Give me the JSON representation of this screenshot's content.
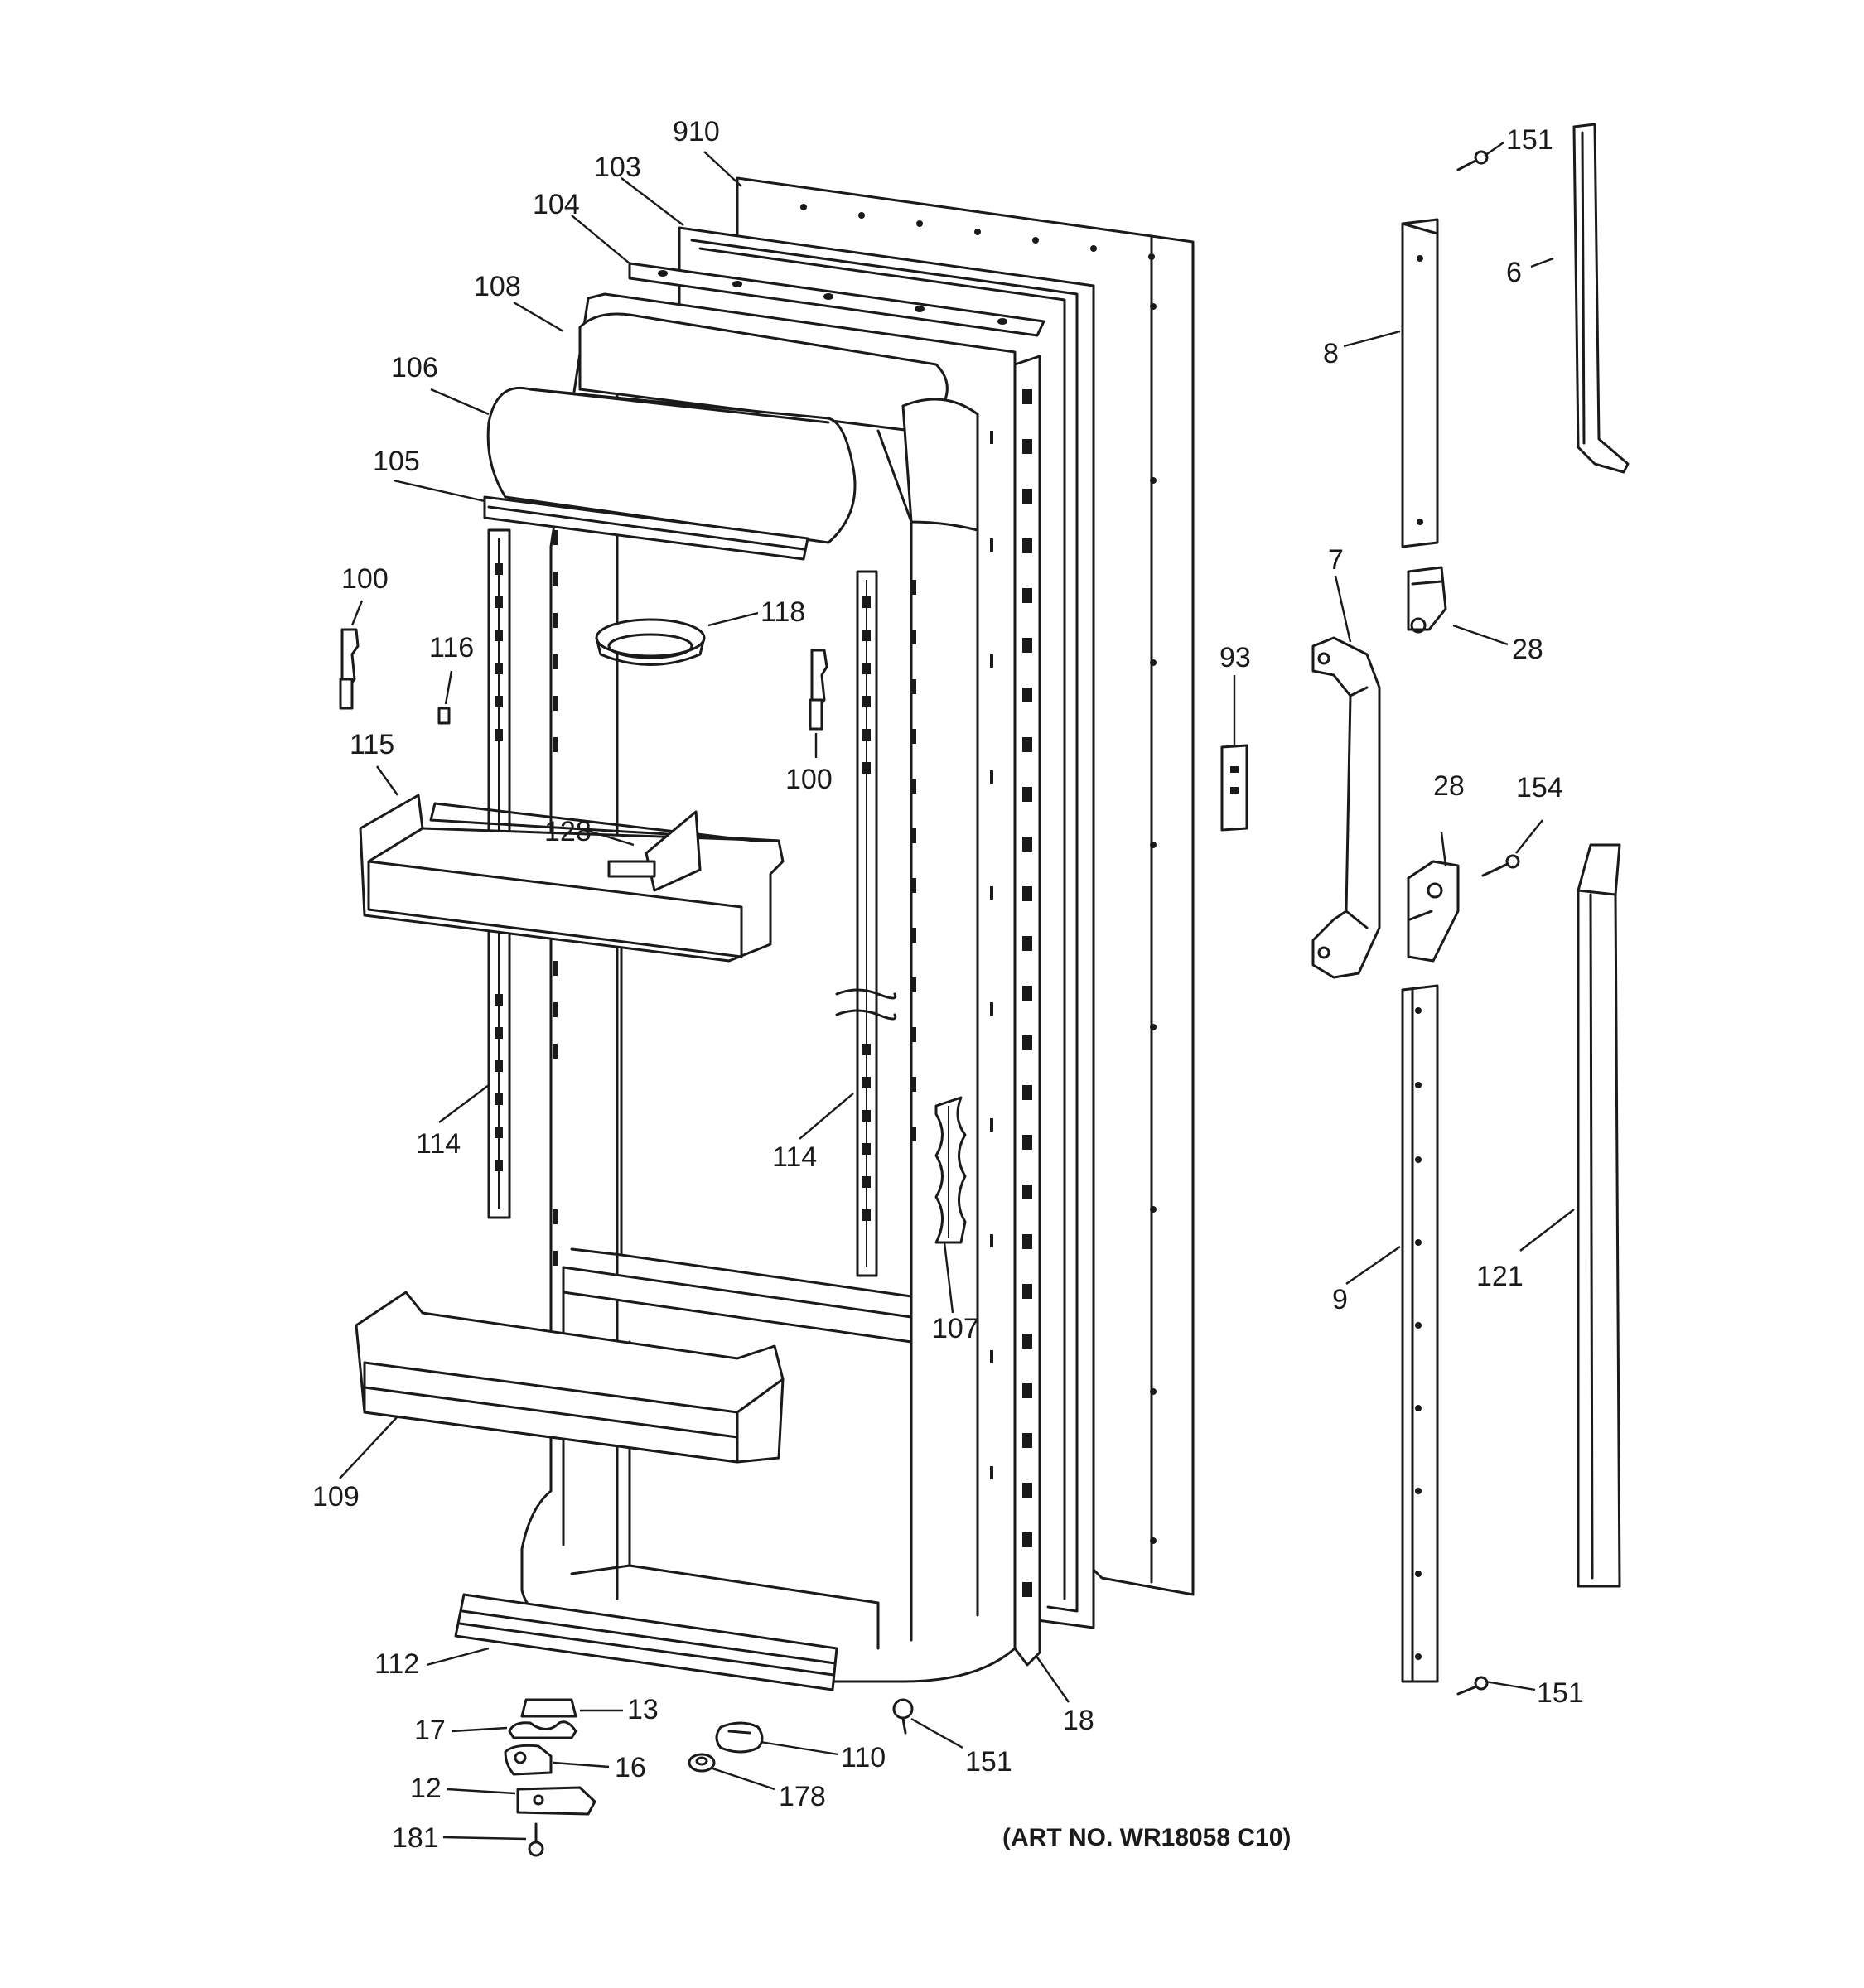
{
  "diagram": {
    "art_number": "(ART NO. WR18058 C10)",
    "callouts": [
      {
        "id": "910",
        "label": "910"
      },
      {
        "id": "103",
        "label": "103"
      },
      {
        "id": "104",
        "label": "104"
      },
      {
        "id": "108",
        "label": "108"
      },
      {
        "id": "106",
        "label": "106"
      },
      {
        "id": "105",
        "label": "105"
      },
      {
        "id": "100a",
        "label": "100"
      },
      {
        "id": "116",
        "label": "116"
      },
      {
        "id": "118",
        "label": "118"
      },
      {
        "id": "100b",
        "label": "100"
      },
      {
        "id": "115",
        "label": "115"
      },
      {
        "id": "128",
        "label": "128"
      },
      {
        "id": "114a",
        "label": "114"
      },
      {
        "id": "114b",
        "label": "114"
      },
      {
        "id": "107",
        "label": "107"
      },
      {
        "id": "109",
        "label": "109"
      },
      {
        "id": "112",
        "label": "112"
      },
      {
        "id": "13",
        "label": "13"
      },
      {
        "id": "17",
        "label": "17"
      },
      {
        "id": "16",
        "label": "16"
      },
      {
        "id": "12",
        "label": "12"
      },
      {
        "id": "181",
        "label": "181"
      },
      {
        "id": "110",
        "label": "110"
      },
      {
        "id": "178",
        "label": "178"
      },
      {
        "id": "151a",
        "label": "151"
      },
      {
        "id": "18",
        "label": "18"
      },
      {
        "id": "93",
        "label": "93"
      },
      {
        "id": "151b",
        "label": "151"
      },
      {
        "id": "6",
        "label": "6"
      },
      {
        "id": "8",
        "label": "8"
      },
      {
        "id": "28a",
        "label": "28"
      },
      {
        "id": "7",
        "label": "7"
      },
      {
        "id": "28b",
        "label": "28"
      },
      {
        "id": "154",
        "label": "154"
      },
      {
        "id": "9",
        "label": "9"
      },
      {
        "id": "121",
        "label": "121"
      },
      {
        "id": "151c",
        "label": "151"
      }
    ]
  }
}
